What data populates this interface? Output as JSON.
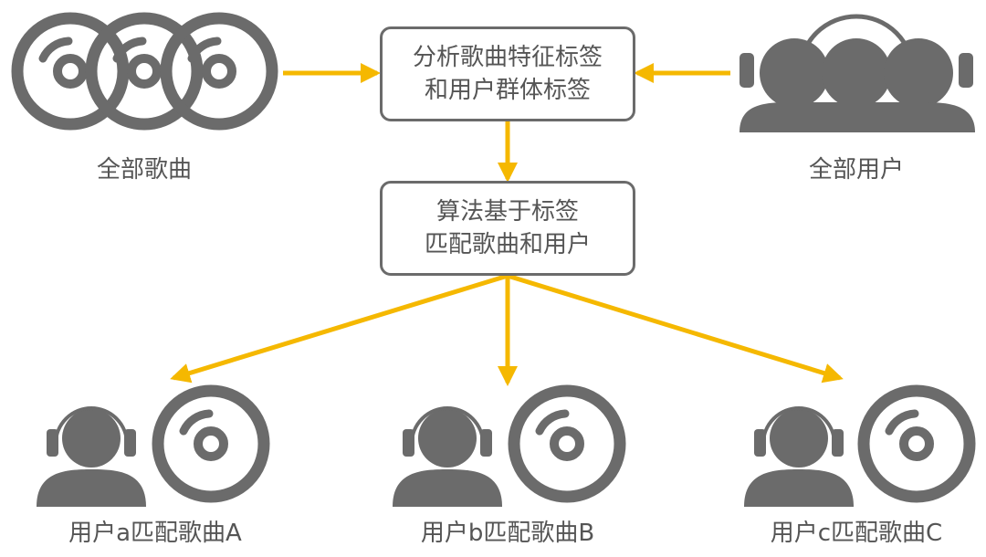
{
  "colors": {
    "icon": "#6b6b6b",
    "arrow": "#f5b800",
    "text": "#555555",
    "box_border": "#6b6b6b"
  },
  "nodes": {
    "all_songs": {
      "label": "全部歌曲",
      "icon": "three-discs-icon"
    },
    "all_users": {
      "label": "全部用户",
      "icon": "user-group-headphones-icon"
    },
    "analyze_box": {
      "line1": "分析歌曲特征标签",
      "line2": "和用户群体标签"
    },
    "match_box": {
      "line1": "算法基于标签",
      "line2": "匹配歌曲和用户"
    },
    "results": [
      {
        "label": "用户a匹配歌曲A",
        "icons": [
          "user-headphones-icon",
          "disc-icon"
        ]
      },
      {
        "label": "用户b匹配歌曲B",
        "icons": [
          "user-headphones-icon",
          "disc-icon"
        ]
      },
      {
        "label": "用户c匹配歌曲C",
        "icons": [
          "user-headphones-icon",
          "disc-icon"
        ]
      }
    ]
  }
}
